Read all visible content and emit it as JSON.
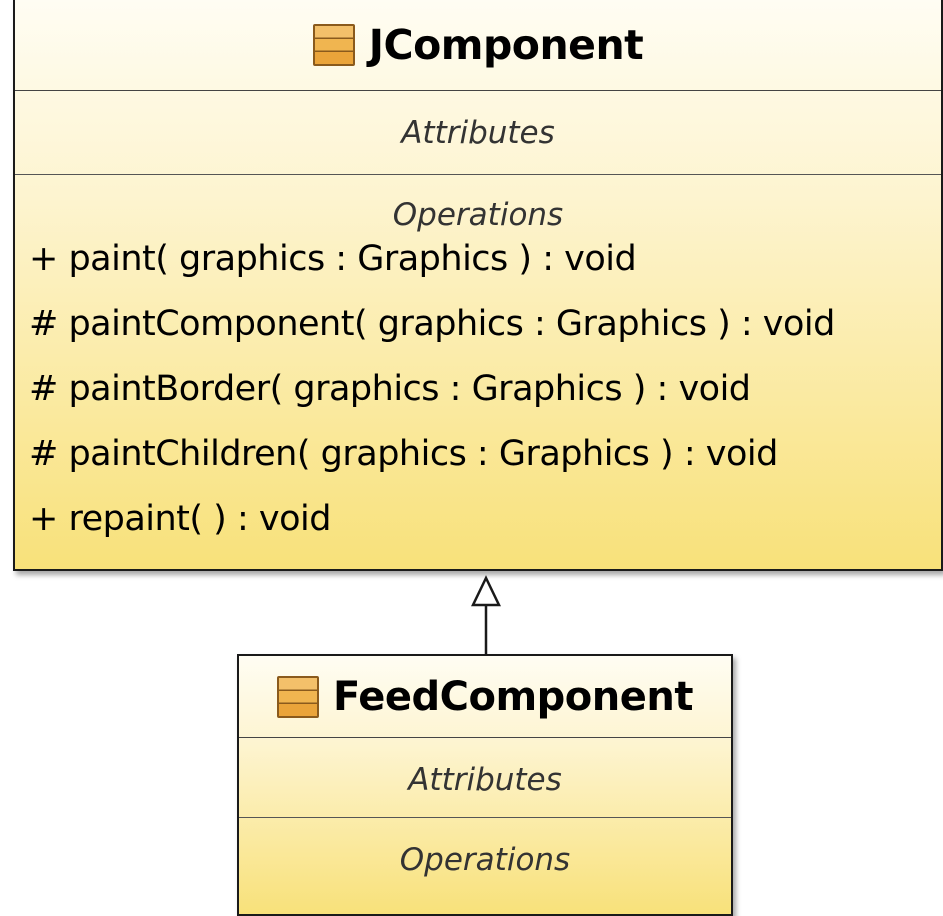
{
  "classes": {
    "jcomponent": {
      "name": "JComponent",
      "attributes_label": "Attributes",
      "operations_label": "Operations",
      "operations": [
        "+ paint( graphics : Graphics ) : void",
        "# paintComponent( graphics : Graphics ) : void",
        "# paintBorder( graphics : Graphics ) : void",
        "# paintChildren( graphics : Graphics ) : void",
        "+ repaint(  ) : void"
      ]
    },
    "feedcomponent": {
      "name": "FeedComponent",
      "attributes_label": "Attributes",
      "operations_label": "Operations"
    }
  },
  "relationships": [
    {
      "type": "generalization",
      "from": "FeedComponent",
      "to": "JComponent"
    }
  ],
  "icons": {
    "class": "class-icon"
  },
  "colors": {
    "border": "#1a1a1a",
    "fill_top": "#fffdf3",
    "fill_bottom": "#f8e17a",
    "icon_fill": "#f0b550",
    "icon_border": "#8a5a1c"
  }
}
